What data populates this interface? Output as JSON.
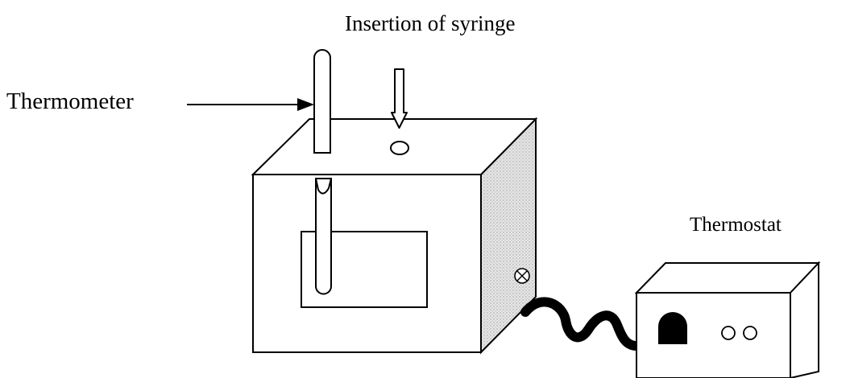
{
  "labels": {
    "insertion": "Insertion of syringe",
    "thermometer": "Thermometer",
    "thermostat": "Thermostat"
  },
  "colors": {
    "line": "#000000",
    "shade": "#d9d9d9",
    "background": "#ffffff"
  },
  "icons": {
    "syringe_arrow": "hollow-down-arrow",
    "valve": "circle-x-valve",
    "indicator": "semicircle-knob"
  }
}
